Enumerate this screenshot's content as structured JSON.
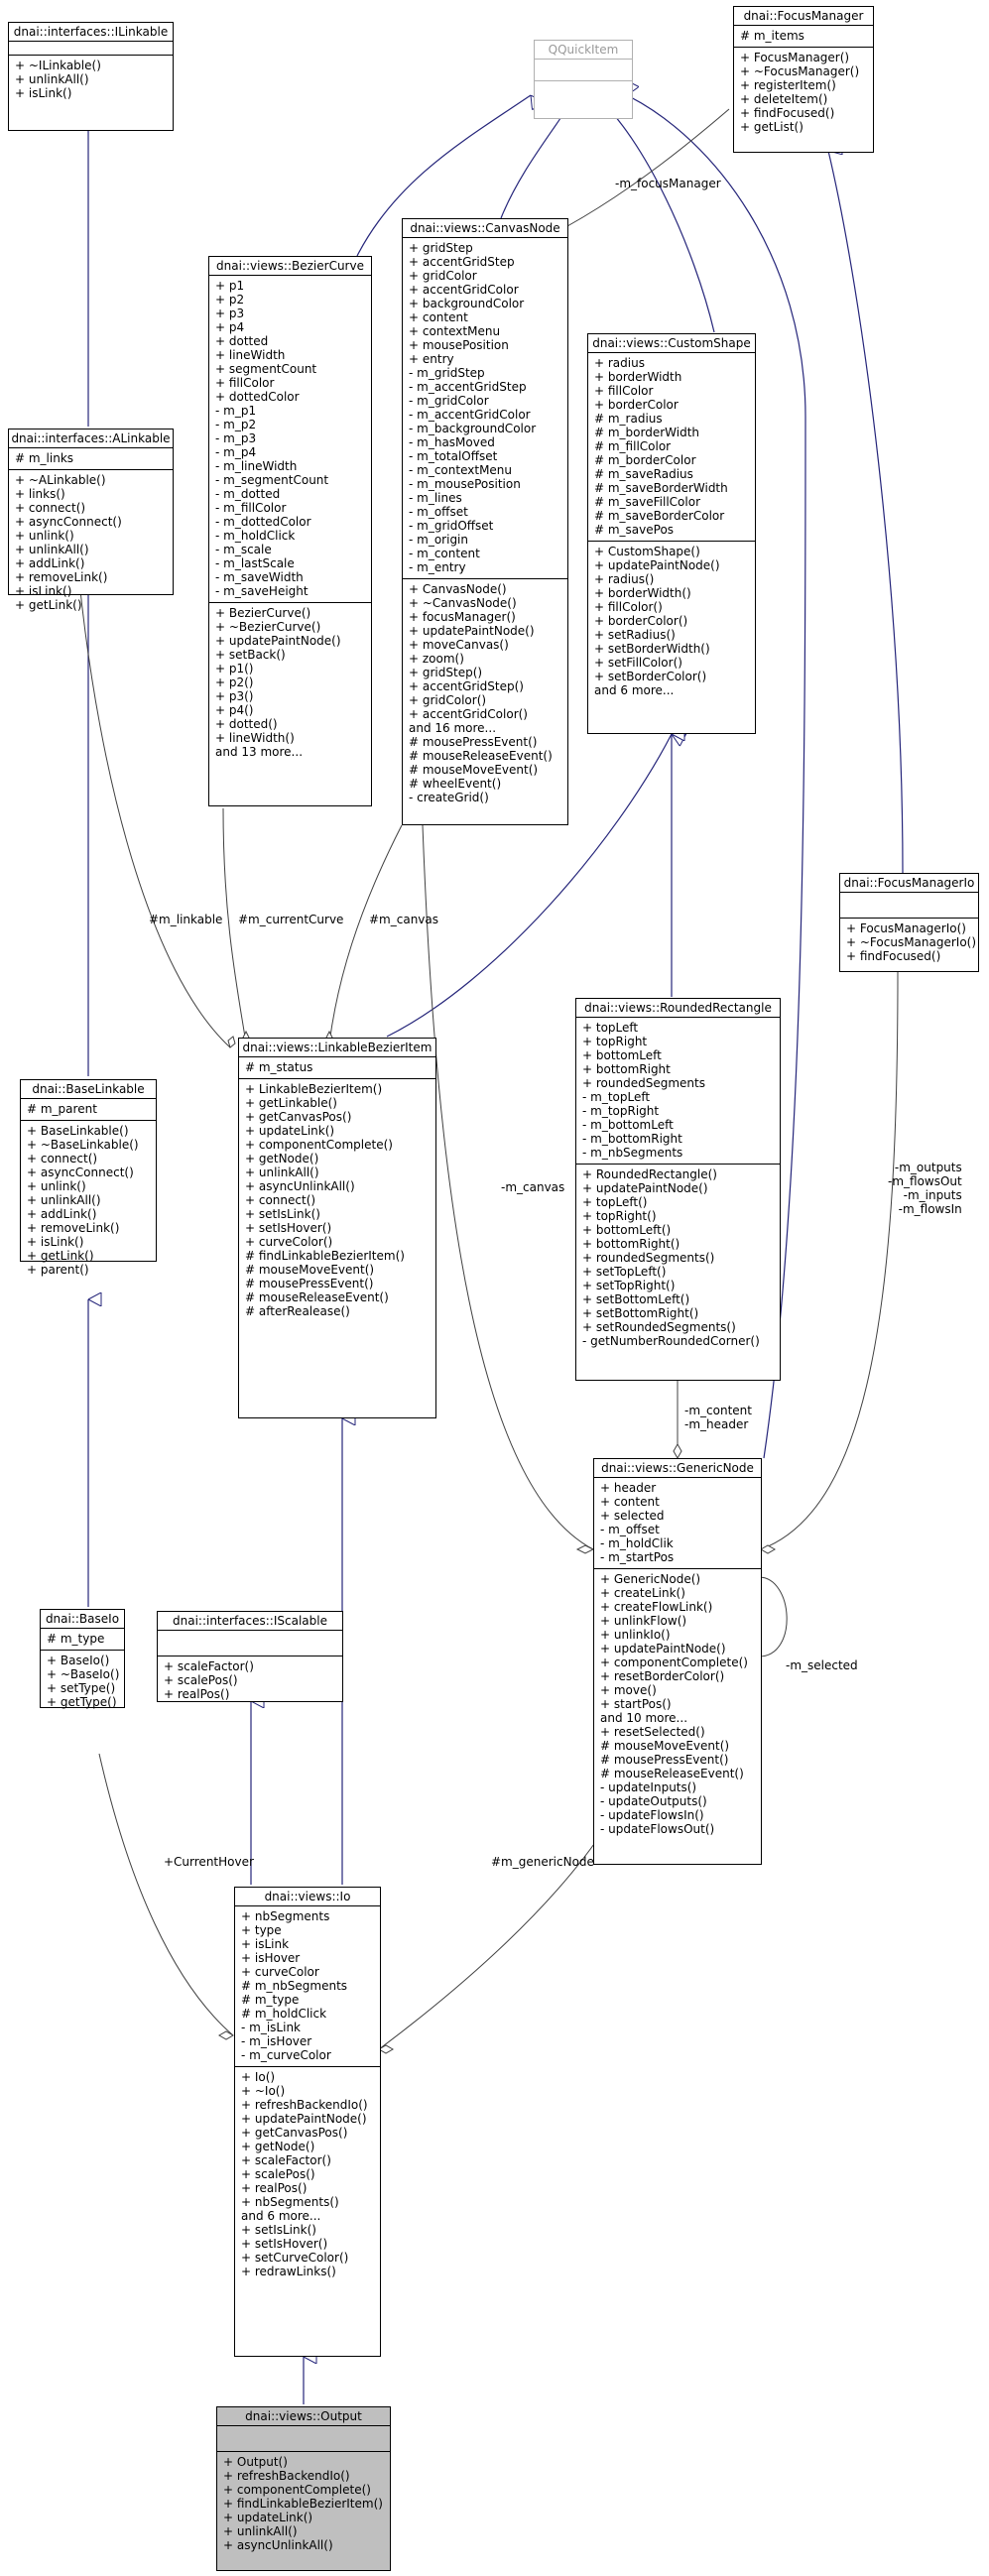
{
  "colors": {
    "inherit": "#25257a",
    "assoc": "#404040",
    "box_border": "#000000",
    "highlight_fill": "#bfbfbf"
  },
  "classes": {
    "ilinkable": {
      "name": "dnai::interfaces::ILinkable",
      "attributes": [],
      "methods": [
        "+ ~ILinkable()",
        "+ unlinkAll()",
        "+ isLink()"
      ]
    },
    "alinkable": {
      "name": "dnai::interfaces::ALinkable",
      "attributes": [
        "# m_links"
      ],
      "methods": [
        "+ ~ALinkable()",
        "+ links()",
        "+ connect()",
        "+ asyncConnect()",
        "+ unlink()",
        "+ unlinkAll()",
        "+ addLink()",
        "+ removeLink()",
        "+ isLink()",
        "+ getLink()"
      ]
    },
    "baselinkable": {
      "name": "dnai::BaseLinkable",
      "attributes": [
        "# m_parent"
      ],
      "methods": [
        "+ BaseLinkable()",
        "+ ~BaseLinkable()",
        "+ connect()",
        "+ asyncConnect()",
        "+ unlink()",
        "+ unlinkAll()",
        "+ addLink()",
        "+ removeLink()",
        "+ isLink()",
        "+ getLink()",
        "+ parent()"
      ]
    },
    "baseio": {
      "name": "dnai::BaseIo",
      "attributes": [
        "# m_type"
      ],
      "methods": [
        "+ BaseIo()",
        "+ ~BaseIo()",
        "+ setType()",
        "+ getType()"
      ]
    },
    "qquickitem": {
      "name": "QQuickItem",
      "attributes": [],
      "methods": []
    },
    "focusmanager": {
      "name": "dnai::FocusManager",
      "attributes": [
        "# m_items"
      ],
      "methods": [
        "+ FocusManager()",
        "+ ~FocusManager()",
        "+ registerItem()",
        "+ deleteItem()",
        "+ findFocused()",
        "+ getList()"
      ]
    },
    "beziercurve": {
      "name": "dnai::views::BezierCurve",
      "attributes": [
        "+ p1",
        "+ p2",
        "+ p3",
        "+ p4",
        "+ dotted",
        "+ lineWidth",
        "+ segmentCount",
        "+ fillColor",
        "+ dottedColor",
        "- m_p1",
        "- m_p2",
        "- m_p3",
        "- m_p4",
        "- m_lineWidth",
        "- m_segmentCount",
        "- m_dotted",
        "- m_fillColor",
        "- m_dottedColor",
        "- m_holdClick",
        "- m_scale",
        "- m_lastScale",
        "- m_saveWidth",
        "- m_saveHeight"
      ],
      "methods": [
        "+ BezierCurve()",
        "+ ~BezierCurve()",
        "+ updatePaintNode()",
        "+ setBack()",
        "+ p1()",
        "+ p2()",
        "+ p3()",
        "+ p4()",
        "+ dotted()",
        "+ lineWidth()",
        "and 13 more..."
      ]
    },
    "canvasnode": {
      "name": "dnai::views::CanvasNode",
      "attributes": [
        "+ gridStep",
        "+ accentGridStep",
        "+ gridColor",
        "+ accentGridColor",
        "+ backgroundColor",
        "+ content",
        "+ contextMenu",
        "+ mousePosition",
        "+ entry",
        "- m_gridStep",
        "- m_accentGridStep",
        "- m_gridColor",
        "- m_accentGridColor",
        "- m_backgroundColor",
        "- m_hasMoved",
        "- m_totalOffset",
        "- m_contextMenu",
        "- m_mousePosition",
        "- m_lines",
        "- m_offset",
        "- m_gridOffset",
        "- m_origin",
        "- m_content",
        "- m_entry"
      ],
      "methods": [
        "+ CanvasNode()",
        "+ ~CanvasNode()",
        "+ focusManager()",
        "+ updatePaintNode()",
        "+ moveCanvas()",
        "+ zoom()",
        "+ gridStep()",
        "+ accentGridStep()",
        "+ gridColor()",
        "+ accentGridColor()",
        "and 16 more...",
        "# mousePressEvent()",
        "# mouseReleaseEvent()",
        "# mouseMoveEvent()",
        "# wheelEvent()",
        "- createGrid()"
      ]
    },
    "customshape": {
      "name": "dnai::views::CustomShape",
      "attributes": [
        "+ radius",
        "+ borderWidth",
        "+ fillColor",
        "+ borderColor",
        "# m_radius",
        "# m_borderWidth",
        "# m_fillColor",
        "# m_borderColor",
        "# m_saveRadius",
        "# m_saveBorderWidth",
        "# m_saveFillColor",
        "# m_saveBorderColor",
        "# m_savePos"
      ],
      "methods": [
        "+ CustomShape()",
        "+ updatePaintNode()",
        "+ radius()",
        "+ borderWidth()",
        "+ fillColor()",
        "+ borderColor()",
        "+ setRadius()",
        "+ setBorderWidth()",
        "+ setFillColor()",
        "+ setBorderColor()",
        "and 6 more..."
      ]
    },
    "focusmanagerio": {
      "name": "dnai::FocusManagerIo",
      "attributes": [],
      "methods": [
        "+ FocusManagerIo()",
        "+ ~FocusManagerIo()",
        "+ findFocused()"
      ]
    },
    "roundedrectangle": {
      "name": "dnai::views::RoundedRectangle",
      "attributes": [
        "+ topLeft",
        "+ topRight",
        "+ bottomLeft",
        "+ bottomRight",
        "+ roundedSegments",
        "- m_topLeft",
        "- m_topRight",
        "- m_bottomLeft",
        "- m_bottomRight",
        "- m_nbSegments"
      ],
      "methods": [
        "+ RoundedRectangle()",
        "+ updatePaintNode()",
        "+ topLeft()",
        "+ topRight()",
        "+ bottomLeft()",
        "+ bottomRight()",
        "+ roundedSegments()",
        "+ setTopLeft()",
        "+ setTopRight()",
        "+ setBottomLeft()",
        "+ setBottomRight()",
        "+ setRoundedSegments()",
        "- getNumberRoundedCorner()"
      ]
    },
    "linkablebezieritem": {
      "name": "dnai::views::LinkableBezierItem",
      "attributes": [
        "# m_status"
      ],
      "methods": [
        "+ LinkableBezierItem()",
        "+ getLinkable()",
        "+ getCanvasPos()",
        "+ updateLink()",
        "+ componentComplete()",
        "+ getNode()",
        "+ unlinkAll()",
        "+ asyncUnlinkAll()",
        "+ connect()",
        "+ setIsLink()",
        "+ setIsHover()",
        "+ curveColor()",
        "# findLinkableBezierItem()",
        "# mouseMoveEvent()",
        "# mousePressEvent()",
        "# mouseReleaseEvent()",
        "# afterRealease()"
      ]
    },
    "genericnode": {
      "name": "dnai::views::GenericNode",
      "attributes": [
        "+ header",
        "+ content",
        "+ selected",
        "- m_offset",
        "- m_holdClik",
        "- m_startPos"
      ],
      "methods": [
        "+ GenericNode()",
        "+ createLink()",
        "+ createFlowLink()",
        "+ unlinkFlow()",
        "+ unlinkIo()",
        "+ updatePaintNode()",
        "+ componentComplete()",
        "+ resetBorderColor()",
        "+ move()",
        "+ startPos()",
        "and 10 more...",
        "+ resetSelected()",
        "# mouseMoveEvent()",
        "# mousePressEvent()",
        "# mouseReleaseEvent()",
        "- updateInputs()",
        "- updateOutputs()",
        "- updateFlowsIn()",
        "- updateFlowsOut()"
      ]
    },
    "iscalable": {
      "name": "dnai::interfaces::IScalable",
      "attributes": [],
      "methods": [
        "+ scaleFactor()",
        "+ scalePos()",
        "+ realPos()"
      ]
    },
    "io": {
      "name": "dnai::views::Io",
      "attributes": [
        "+ nbSegments",
        "+ type",
        "+ isLink",
        "+ isHover",
        "+ curveColor",
        "# m_nbSegments",
        "# m_type",
        "# m_holdClick",
        "- m_isLink",
        "- m_isHover",
        "- m_curveColor"
      ],
      "methods": [
        "+ Io()",
        "+ ~Io()",
        "+ refreshBackendIo()",
        "+ updatePaintNode()",
        "+ getCanvasPos()",
        "+ getNode()",
        "+ scaleFactor()",
        "+ scalePos()",
        "+ realPos()",
        "+ nbSegments()",
        "and 6 more...",
        "+ setIsLink()",
        "+ setIsHover()",
        "+ setCurveColor()",
        "+ redrawLinks()"
      ]
    },
    "output": {
      "name": "dnai::views::Output",
      "attributes": [],
      "methods": [
        "+ Output()",
        "+ refreshBackendIo()",
        "+ componentComplete()",
        "+ findLinkableBezierItem()",
        "+ updateLink()",
        "+ unlinkAll()",
        "+ asyncUnlinkAll()"
      ]
    }
  },
  "edge_labels": {
    "m_focusManager": "-m_focusManager",
    "m_linkable": "#m_linkable",
    "m_currentCurve": "#m_currentCurve",
    "m_canvas_lbi": "#m_canvas",
    "m_canvas_gn": "-m_canvas",
    "m_content_header": [
      "-m_content",
      "-m_header"
    ],
    "m_selected": "-m_selected",
    "fm_io_lists": [
      "-m_outputs",
      "-m_flowsOut",
      "-m_inputs",
      "-m_flowsIn"
    ],
    "current_hover": "+CurrentHover",
    "m_genericNode": "#m_genericNode"
  }
}
